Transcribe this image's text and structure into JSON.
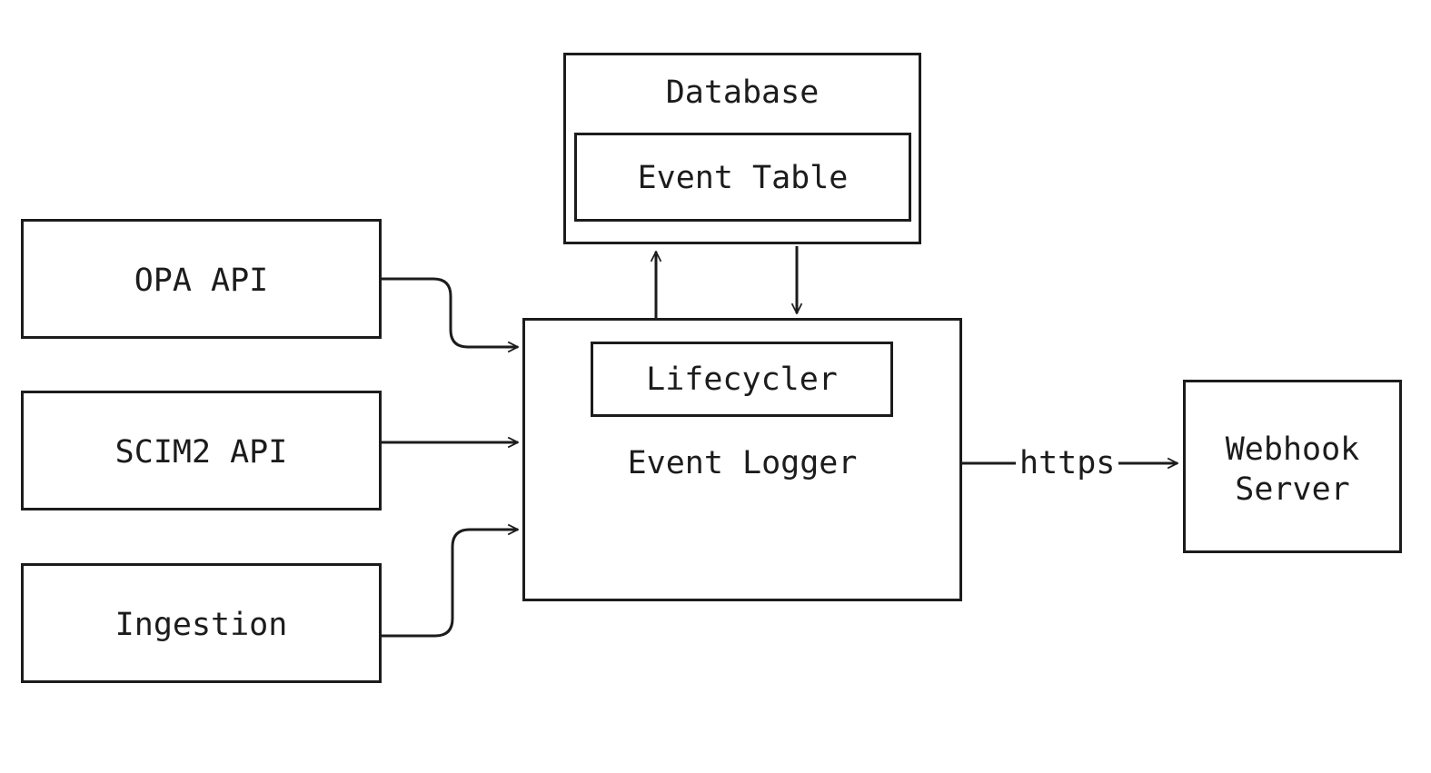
{
  "diagram": {
    "type": "architecture-block-diagram",
    "background_color": "#ffffff",
    "stroke_color": "#1c1c1c",
    "nodes": {
      "database": {
        "label": "Database"
      },
      "event_table": {
        "label": "Event Table"
      },
      "event_logger": {
        "label": "Event Logger"
      },
      "lifecycler": {
        "label": "Lifecycler"
      },
      "opa_api": {
        "label": "OPA API"
      },
      "scim2_api": {
        "label": "SCIM2 API"
      },
      "ingestion": {
        "label": "Ingestion"
      },
      "webhook_server": {
        "label": "Webhook\nServer"
      }
    },
    "edges": {
      "opa_to_logger": {
        "label": ""
      },
      "scim2_to_logger": {
        "label": ""
      },
      "ingestion_to_logger": {
        "label": ""
      },
      "logger_to_database": {
        "label": ""
      },
      "database_to_logger": {
        "label": ""
      },
      "logger_to_webhook": {
        "label": "https"
      }
    }
  }
}
